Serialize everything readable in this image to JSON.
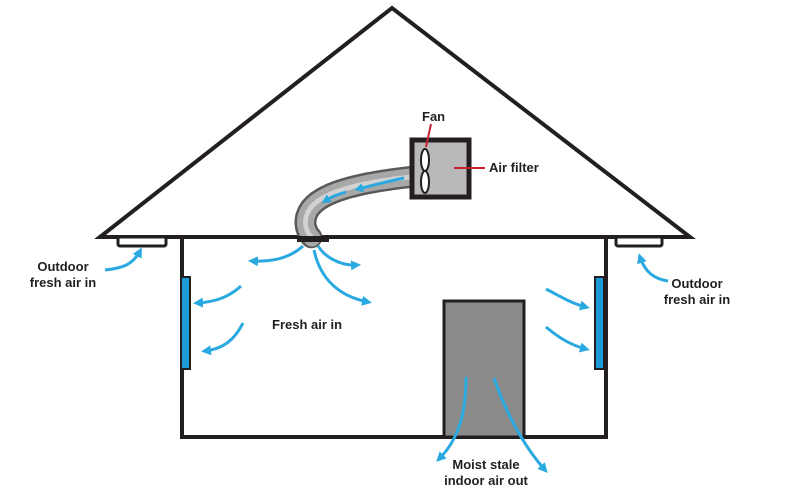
{
  "labels": {
    "fan": "Fan",
    "air_filter": "Air filter",
    "outdoor_left_line1": "Outdoor",
    "outdoor_left_line2": "fresh air in",
    "outdoor_right_line1": "Outdoor",
    "outdoor_right_line2": "fresh air in",
    "fresh_air_in": "Fresh air in",
    "stale_air_line1": "Moist stale",
    "stale_air_line2": "indoor air out"
  },
  "colors": {
    "outline": "#231f20",
    "arrow": "#29a9e0",
    "window": "#1a9ad6",
    "door": "#8a8a8a",
    "fan_box": "#b9b9b9",
    "duct": "#9a9a9a",
    "pointer": "#c8202f"
  },
  "icons": {
    "fan": "fan-icon",
    "filter": "air-filter-icon",
    "duct": "duct-icon"
  }
}
